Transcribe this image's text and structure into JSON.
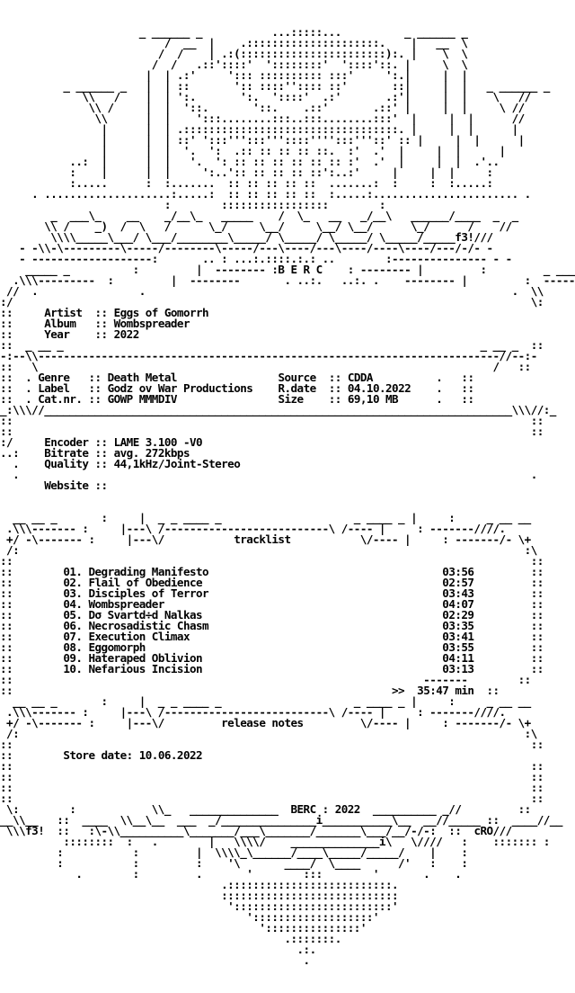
{
  "art": {
    "header": [
      "                      _ ______ _           ...:::::...          _ ______ _",
      "                          /  __  |    .:::::::::::::::::::::.    |   __  \\",
      "                         /  /    | .:(:::::::::::::::::::::::):. |    \\  \\",
      "                        /  /   .::'::::'  '::::::::'  '::::'::. |     \\  \\",
      "                       |  | .:'     '::: :::::::::: :::'     ':.|     |  |",
      "          _ ______ _   |  | ::       ':: ::::'':::: ::'       ::|     |  |   _ ______ _",
      "             \\\\   /    |  | ':.       ':.  '::::'  .:'       .:'|     |  |    \\   //",
      "              \\\\ /     |  |  '::.       '::.    .::'       .::' |     |  |     \\ //",
      "               \\\\      |  |    ':::........:::..:::........:::'  |     |  |      //",
      "                |      |  | .::::::::::::::::::::::::::::::::::. |     |  |      |",
      "                |      |  | ::' ':::''':::'''::::'''':::'''::' :: |     |  |      |",
      "                |      |  |  '.  ':  .:: :: :: :: ::.  :'  .'  |     |  |      |",
      "           ..:  |      |  |   '.  ': :: :: :: :: :: :: :'  .'  |     |  |  .'..",
      "           :    |      |  |     ':..':: :: :: :: ::':..:'     |     |  |     :",
      "           :.....      :  :.......  :: :: :: :: ::  .......:  :     :  :.....:",
      "     . ....................:.....:  :: :: :: :: ::  :.....:....................... .",
      "                          :        :::::::::::::::::        :"
    ],
    "banner_top": [
      "        _  ___\\_    __    _/__\\_   _____    /  \\_   __   _/__\\   ______/____  _  _",
      "       \\\\ /    _)  /  \\   /      \\_/     \\__/     \\__/ \\__/      \\_/      /    //",
      "        \\\\\\\\_____\\___/ \\___/________\\_____/ \\_____/ \\_____/ \\_____/_____f3!///",
      "   - -\\\\-\\---------\\-----/--------\\-----/---\\----/---\\----/----\\----/---/-/- -",
      "   - -------------------:       .. : ...:.::::.:.: ..        :--------------- - -"
    ],
    "berc_line": "                                     B E R C",
    "middle_left": ":: ",
    "middle_right": " ::",
    "sep_top": "-:--\\\\-------------------------------------------------------------------------//--:-",
    "sep_bottom": "_:\\\\\\//__________________________________________________________________________\\\\\\//:_",
    "box_row": "     :                                                                             :",
    "tracklist_header": "  ______ _    __ ___ __ ______ ________________________ ____ _ __     __  _ _____",
    "tracklist_sub": " .\\\\\\------- :    |---\\ /----------------------------\\ /---- :    : ------///.",
    "footer": [
      "                         :     \\\\_   ______________  BERC : 2022  __________ _//    ::",
      "   \\\\\\f3!  ::  ____  \\\\__\\__  ___   _/_______________i______________\\__  __//_____ ::  cRO///",
      "      \\       ::  :\\-\\\\__________\\_______/___\\_______/_________\\_____/__/-/-:   ::     //",
      "          ::::::::  :   .        |   \\\\\\\\/    ______________i\\   \\////   :    ::::::: :",
      "         :           :         |  \\\\\\\\_\\______/____\\_____/_____/    |    :",
      "         :           :         :    '\\       ____/  \\____      /'   :    :",
      "            .        :         .       '        :::        '       .    .",
      "                                   .::::::::::::::::::::::::::.",
      "                                   ::::::::::::::::::::::::::::",
      "                                    ':::::::::::::::::::::::::'",
      "                                       ':::::::::::::::::::'",
      "                                         ':::::::::::::::'",
      "                                             .:::::::.",
      "                                               .:.",
      "                                                ."
    ]
  },
  "banner_text": "B E R C",
  "info": {
    "artist_label": "Artist",
    "artist": "Eggs of Gomorrh",
    "album_label": "Album",
    "album": "Wombspreader",
    "year_label": "Year",
    "year": "2022",
    "genre_label": "Genre",
    "genre": "Death Metal",
    "label_label": "Label",
    "label": "Godz ov War Productions",
    "catnr_label": "Cat.nr.",
    "catnr": "GOWP MMMDIV",
    "source_label": "Source",
    "source": "CDDA",
    "rdate_label": "R.date",
    "rdate": "04.10.2022",
    "size_label": "Size",
    "size": "69,10 MB",
    "encoder_label": "Encoder",
    "encoder": "LAME 3.100 -V0",
    "bitrate_label": "Bitrate",
    "bitrate": "avg. 272kbps",
    "quality_label": "Quality",
    "quality": "44,1kHz/Joint-Stereo",
    "website_label": "Website",
    "website": ""
  },
  "tracklist": {
    "title": "tracklist",
    "tracks": [
      {
        "no": "01.",
        "title": "Degrading Manifesto",
        "time": "03:56"
      },
      {
        "no": "02.",
        "title": "Flail of Obedience",
        "time": "02:57"
      },
      {
        "no": "03.",
        "title": "Disciples of Terror",
        "time": "03:43"
      },
      {
        "no": "04.",
        "title": "Wombspreader",
        "time": "04:07"
      },
      {
        "no": "05.",
        "title": "Dσ Svartd÷d Nalkas",
        "time": "02:29"
      },
      {
        "no": "06.",
        "title": "Necrosadistic Chasm",
        "time": "03:35"
      },
      {
        "no": "07.",
        "title": "Execution Climax",
        "time": "03:41"
      },
      {
        "no": "08.",
        "title": "Eggomorph",
        "time": "03:55"
      },
      {
        "no": "09.",
        "title": "Hateraped Oblivion",
        "time": "04:11"
      },
      {
        "no": "10.",
        "title": "Nefarious Incision",
        "time": "03:13"
      }
    ],
    "total_rule": "-------",
    "total_prefix": ">>",
    "total": "35:47 min"
  },
  "release_notes": {
    "title": "release notes",
    "store_date_label": "Store date:",
    "store_date": "10.06.2022"
  },
  "footer_text": {
    "berc_year": "BERC : 2022",
    "left_tag": "f3!",
    "right_tag": "cRO"
  }
}
